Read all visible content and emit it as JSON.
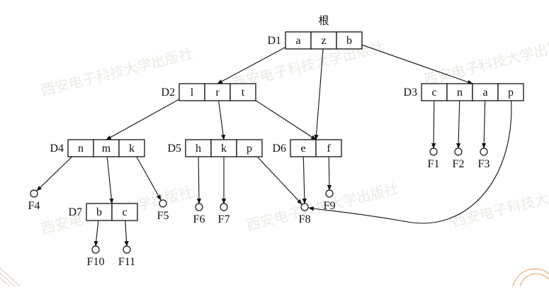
{
  "diagram": {
    "root_label": "根",
    "watermark": "西安电子科技大学出版社",
    "nodes": [
      {
        "id": "D1",
        "cells": [
          "a",
          "z",
          "b"
        ]
      },
      {
        "id": "D2",
        "cells": [
          "l",
          "r",
          "t"
        ]
      },
      {
        "id": "D3",
        "cells": [
          "c",
          "n",
          "a",
          "p"
        ]
      },
      {
        "id": "D4",
        "cells": [
          "n",
          "m",
          "k"
        ]
      },
      {
        "id": "D5",
        "cells": [
          "h",
          "k",
          "p"
        ]
      },
      {
        "id": "D6",
        "cells": [
          "e",
          "f"
        ]
      },
      {
        "id": "D7",
        "cells": [
          "b",
          "c"
        ]
      }
    ],
    "leaves": [
      "F1",
      "F2",
      "F3",
      "F4",
      "F5",
      "F6",
      "F7",
      "F8",
      "F9",
      "F10",
      "F11"
    ]
  }
}
